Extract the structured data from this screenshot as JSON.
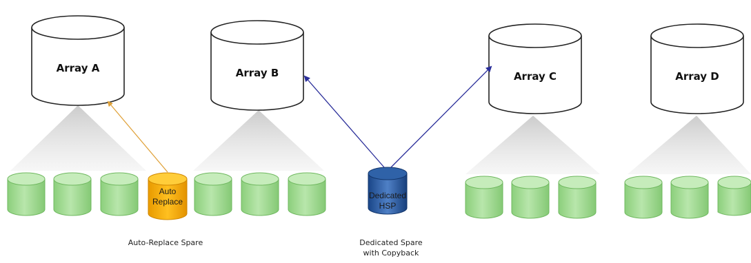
{
  "arrays": [
    {
      "label": "Array A"
    },
    {
      "label": "Array B"
    },
    {
      "label": "Array C"
    },
    {
      "label": "Array D"
    }
  ],
  "spares": {
    "auto_replace": {
      "line1": "Auto",
      "line2": "Replace",
      "color": "#f2a400"
    },
    "dedicated": {
      "line1": "Dedicated",
      "line2": "HSP",
      "color": "#1f4f93"
    }
  },
  "captions": {
    "auto_replace": "Auto-Replace Spare",
    "dedicated_line1": "Dedicated Spare",
    "dedicated_line2": "with Copyback"
  },
  "colors": {
    "member_disk": "#a9dc9b",
    "auto_replace_arrow": "#e0a23a",
    "dedicated_arrow": "#2b2f9a"
  }
}
